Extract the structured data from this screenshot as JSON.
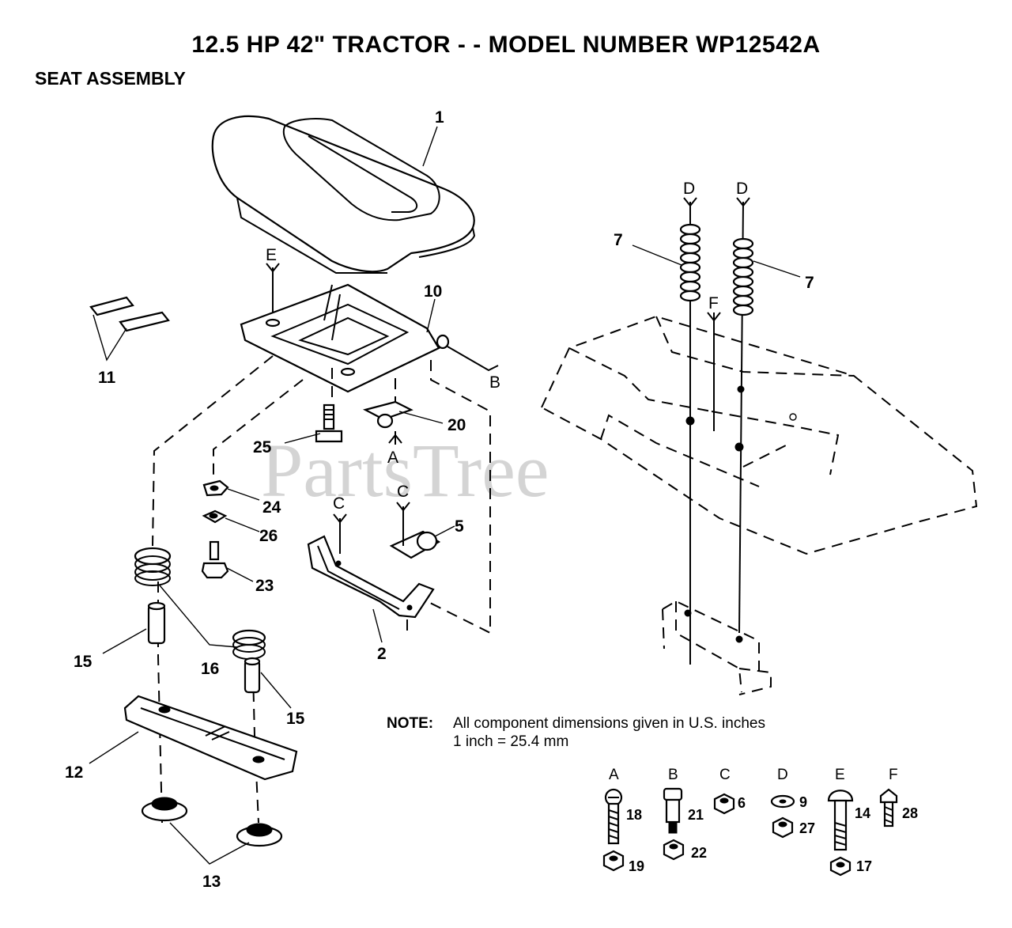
{
  "header": {
    "title": "12.5 HP 42\" TRACTOR - - MODEL NUMBER WP12542A",
    "section": "SEAT ASSEMBLY"
  },
  "watermark": "PartsTree",
  "callouts": {
    "p1": "1",
    "p2": "2",
    "p5": "5",
    "p7a": "7",
    "p7b": "7",
    "p10": "10",
    "p11": "11",
    "p12": "12",
    "p13": "13",
    "p15a": "15",
    "p15b": "15",
    "p16": "16",
    "p20": "20",
    "p23": "23",
    "p24": "24",
    "p25": "25",
    "p26": "26"
  },
  "ref_letters": {
    "A": "A",
    "B": "B",
    "C1": "C",
    "C2": "C",
    "D1": "D",
    "D2": "D",
    "E": "E",
    "F": "F"
  },
  "note": {
    "label": "NOTE:",
    "line1": "All component dimensions given in U.S. inches",
    "line2": "1 inch = 25.4 mm"
  },
  "hardware_legend": {
    "groups": [
      {
        "letter": "A",
        "parts": [
          "18",
          "19"
        ]
      },
      {
        "letter": "B",
        "parts": [
          "21",
          "22"
        ]
      },
      {
        "letter": "C",
        "parts": [
          "6"
        ]
      },
      {
        "letter": "D",
        "parts": [
          "9",
          "27"
        ]
      },
      {
        "letter": "E",
        "parts": [
          "14",
          "17"
        ]
      },
      {
        "letter": "F",
        "parts": [
          "28"
        ]
      }
    ]
  }
}
